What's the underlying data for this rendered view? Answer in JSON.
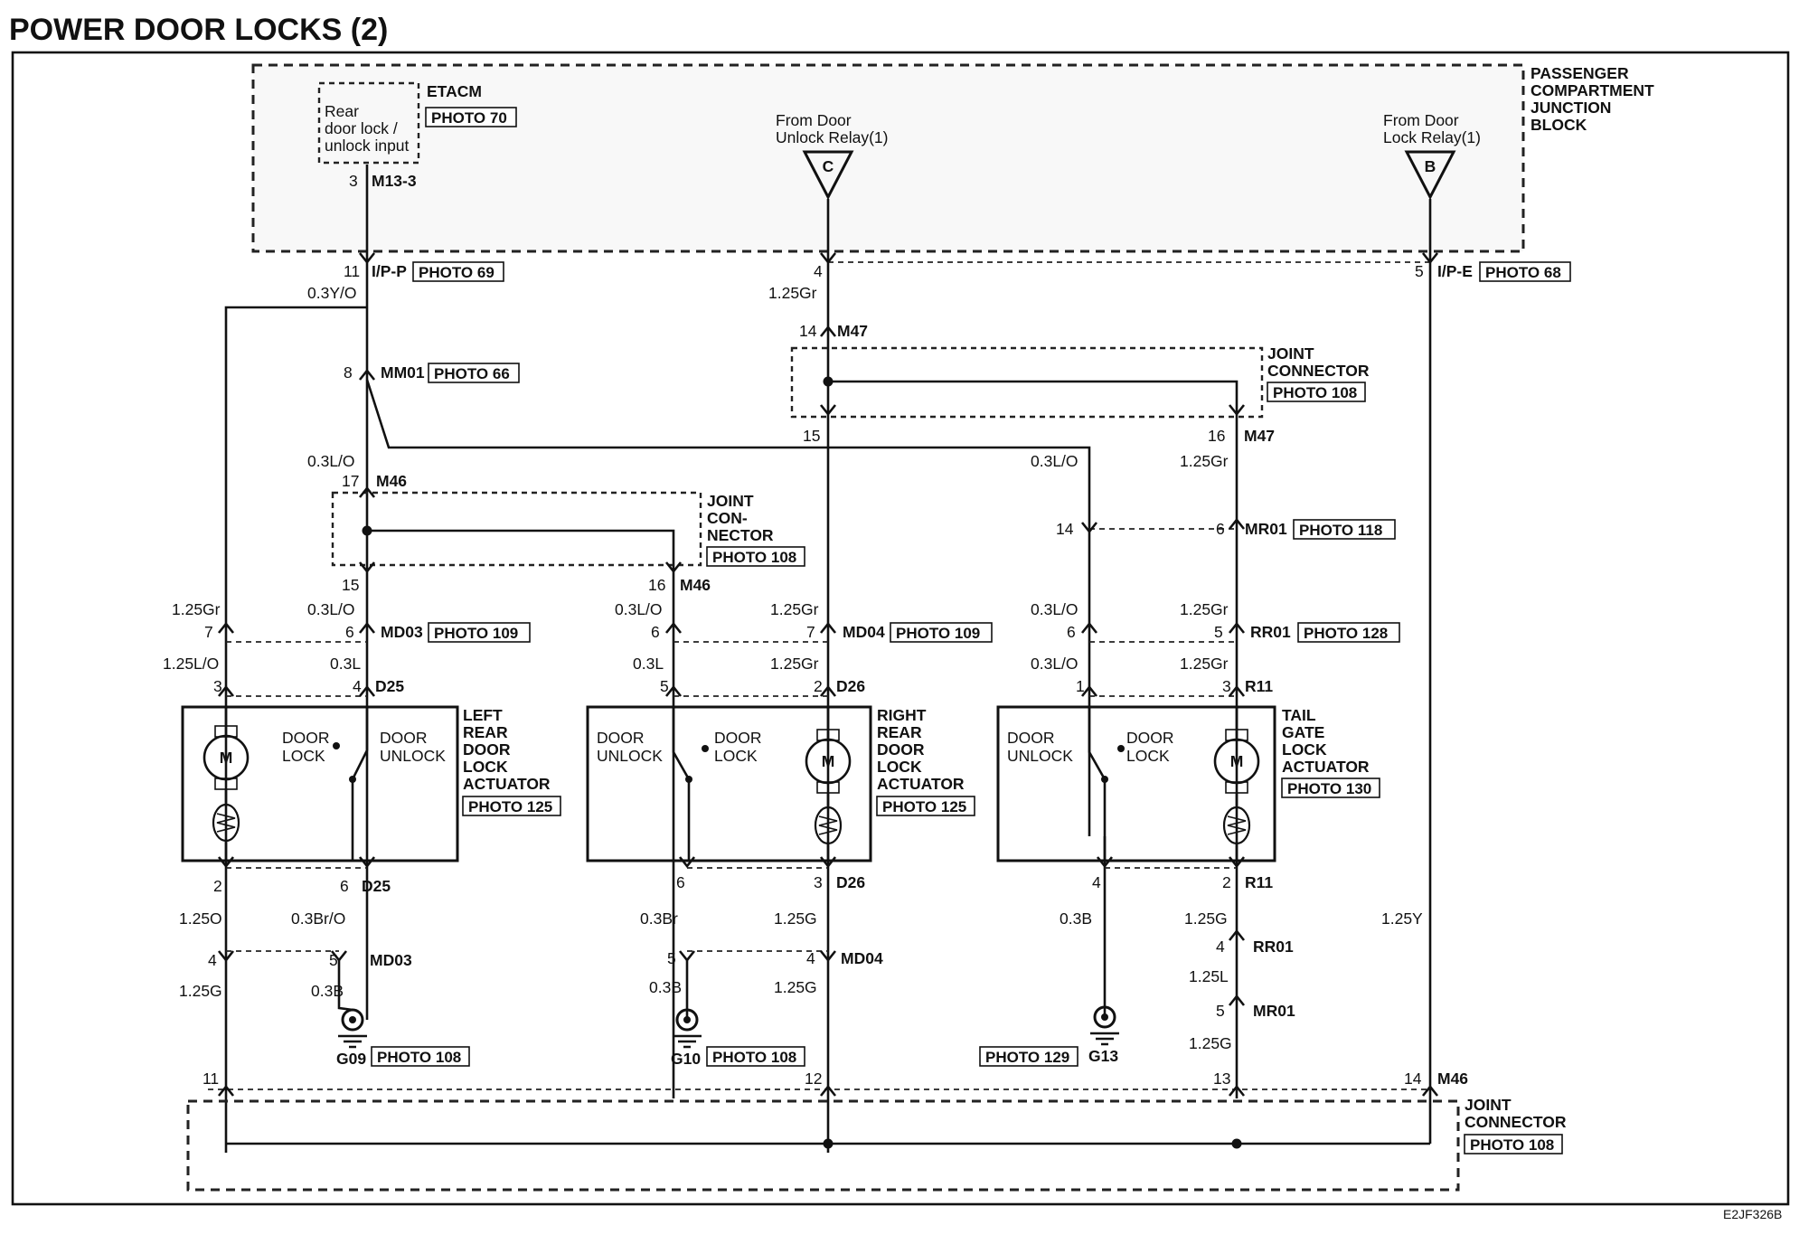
{
  "title": "POWER DOOR LOCKS (2)",
  "code": "E2JF326B",
  "pcjb": {
    "name": [
      "PASSENGER",
      "COMPARTMENT",
      "JUNCTION",
      "BLOCK"
    ],
    "etacm": "ETACM",
    "etacm_photo": "PHOTO 70",
    "etacm_input": [
      "Rear",
      "door lock /",
      "unlock input"
    ],
    "pin_3": "3",
    "m13_3": "M13-3",
    "unlock_relay": [
      "From Door",
      "Unlock Relay(1)"
    ],
    "unlock_relay_tag": "C",
    "lock_relay": [
      "From Door",
      "Lock Relay(1)"
    ],
    "lock_relay_tag": "B"
  },
  "connectors": {
    "ipp_pin": "11",
    "ipp": "I/P-P",
    "ipp_photo": "PHOTO 69",
    "ip_pin_4": "4",
    "ipe_pin": "5",
    "ipe": "I/P-E",
    "ipe_photo": "PHOTO 68",
    "mm01_pin": "8",
    "mm01": "MM01",
    "mm01_photo": "PHOTO 66",
    "m47_pin_14": "14",
    "m47_top": "M47",
    "m47_pin_15": "15",
    "m47_pin_16": "16",
    "m47_bottom": "M47",
    "m46_pin_17": "17",
    "m46_top": "M46",
    "m46_pin_15": "15",
    "m46_pin_16": "16",
    "m46_mid": "M46",
    "mr01_pin_14": "14",
    "mr01_pin_6": "6",
    "mr01": "MR01",
    "mr01_photo": "PHOTO 118",
    "md03_pin_7": "7",
    "md03_pin_6": "6",
    "md03": "MD03",
    "md03_photo": "PHOTO 109",
    "md04_pin_6": "6",
    "md04_pin_7": "7",
    "md04": "MD04",
    "md04_photo": "PHOTO 109",
    "rr01_pin_6": "6",
    "rr01_pin_5": "5",
    "rr01": "RR01",
    "rr01_photo": "PHOTO 128",
    "d25_pin_3": "3",
    "d25_pin_4": "4",
    "d25_top": "D25",
    "d26_pin_5": "5",
    "d26_pin_2": "2",
    "d26_top": "D26",
    "r11_pin_1": "1",
    "r11_pin_3": "3",
    "r11_top": "R11",
    "d25_pin_2": "2",
    "d25_pin_6": "6",
    "d25_bottom": "D25",
    "d26_pin_6": "6",
    "d26_pin_3": "3",
    "d26_bottom": "D26",
    "r11_pin_4": "4",
    "r11_pin_2": "2",
    "r11_bottom": "R11",
    "md03b_pin_4": "4",
    "md03b_pin_5": "5",
    "md03_bottom": "MD03",
    "md04b_pin_5": "5",
    "md04b_pin_4": "4",
    "md04_bottom": "MD04",
    "rr01b_pin_4": "4",
    "rr01_bottom": "RR01",
    "mr01b_pin_5": "5",
    "mr01_bottom": "MR01",
    "m46b_pin_11": "11",
    "m46b_pin_12": "12",
    "m46b_pin_13": "13",
    "m46b_pin_14": "14",
    "m46_bottom": "M46"
  },
  "joint_connectors": {
    "top_right": [
      "JOINT",
      "CONNECTOR"
    ],
    "top_right_photo": "PHOTO 108",
    "middle": [
      "JOINT",
      "CON-",
      "NECTOR"
    ],
    "middle_photo": "PHOTO 108",
    "bottom": [
      "JOINT",
      "CONNECTOR"
    ],
    "bottom_photo": "PHOTO 108"
  },
  "wires": {
    "w_03yo": "0.3Y/O",
    "w_125gr_top": "1.25Gr",
    "w_03lo_a": "0.3L/O",
    "w_03lo_b": "0.3L/O",
    "w_125gr_b": "1.25Gr",
    "w_125gr_left": "1.25Gr",
    "w_03lo_left": "0.3L/O",
    "w_03lo_mid": "0.3L/O",
    "w_125gr_mid": "1.25Gr",
    "w_03lo_right": "0.3L/O",
    "w_125gr_right": "1.25Gr",
    "w_125lo": "1.25L/O",
    "w_03l_a": "0.3L",
    "w_03l_b": "0.3L",
    "w_125gr_c": "1.25Gr",
    "w_03lo_c": "0.3L/O",
    "w_125gr_d": "1.25Gr",
    "w_125o": "1.25O",
    "w_03bro": "0.3Br/O",
    "w_03br": "0.3Br",
    "w_125g_a": "1.25G",
    "w_03b_c": "0.3B",
    "w_125g_b": "1.25G",
    "w_125y": "1.25Y",
    "w_125g_c": "1.25G",
    "w_03b_a": "0.3B",
    "w_03b_b": "0.3B",
    "w_125g_d": "1.25G",
    "w_125l": "1.25L",
    "w_125g_e": "1.25G"
  },
  "actuators": {
    "left": {
      "name": [
        "LEFT",
        "REAR",
        "DOOR",
        "LOCK",
        "ACTUATOR"
      ],
      "photo": "PHOTO 125",
      "sw_a": [
        "DOOR",
        "LOCK"
      ],
      "sw_b": [
        "DOOR",
        "UNLOCK"
      ],
      "motor": "M"
    },
    "right": {
      "name": [
        "RIGHT",
        "REAR",
        "DOOR",
        "LOCK",
        "ACTUATOR"
      ],
      "photo": "PHOTO 125",
      "sw_a": [
        "DOOR",
        "UNLOCK"
      ],
      "sw_b": [
        "DOOR",
        "LOCK"
      ],
      "motor": "M"
    },
    "tail": {
      "name": [
        "TAIL",
        "GATE",
        "LOCK",
        "ACTUATOR"
      ],
      "photo": "PHOTO 130",
      "sw_a": [
        "DOOR",
        "UNLOCK"
      ],
      "sw_b": [
        "DOOR",
        "LOCK"
      ],
      "motor": "M"
    }
  },
  "grounds": {
    "g09": "G09",
    "g09_photo": "PHOTO 108",
    "g10": "G10",
    "g10_photo": "PHOTO 108",
    "g13": "G13",
    "g13_photo": "PHOTO 129"
  }
}
